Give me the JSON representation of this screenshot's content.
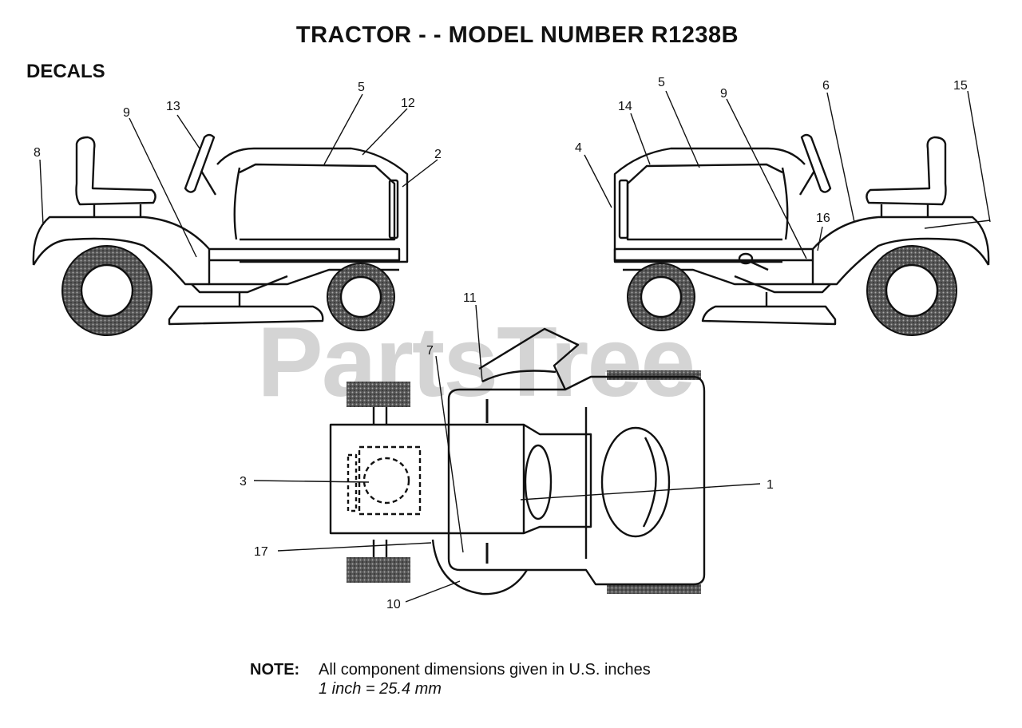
{
  "title": "TRACTOR - - MODEL NUMBER R1238B",
  "section": "DECALS",
  "watermark": "PartsTree",
  "callouts": {
    "left": [
      "8",
      "9",
      "13",
      "5",
      "12",
      "2"
    ],
    "right": [
      "4",
      "14",
      "5",
      "9",
      "6",
      "15",
      "16"
    ],
    "top": [
      "11",
      "7",
      "3",
      "1",
      "17",
      "10"
    ]
  },
  "note": {
    "label": "NOTE:",
    "line1": "All component dimensions given in U.S. inches",
    "line2": "1 inch = 25.4 mm"
  }
}
